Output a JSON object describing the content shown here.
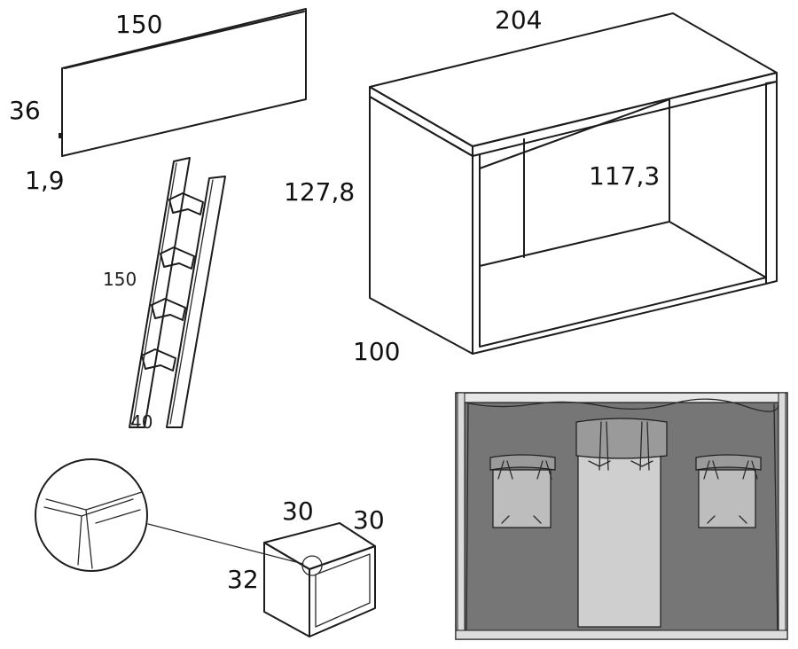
{
  "colors": {
    "line": "#1c1c1c",
    "panel_fill": "#ffffff",
    "curtain_fill": "#767676",
    "curtain_frame": "#e6e6e6",
    "window_fill": "#bdbdbd",
    "door_fill": "#cfcfcf"
  },
  "headboard_panel": {
    "width": "150",
    "height": "36",
    "thickness": "1,9"
  },
  "bed_frame": {
    "width": "204",
    "height": "127,8",
    "depth": "100",
    "inner_height": "117,3"
  },
  "ladder": {
    "height": "150",
    "width": "40"
  },
  "storage_cube": {
    "width": "30",
    "depth": "30",
    "height": "32"
  },
  "icons": {
    "detail_zoom": "magnifier-detail-icon",
    "curtain": "play-tent-curtain-icon"
  }
}
